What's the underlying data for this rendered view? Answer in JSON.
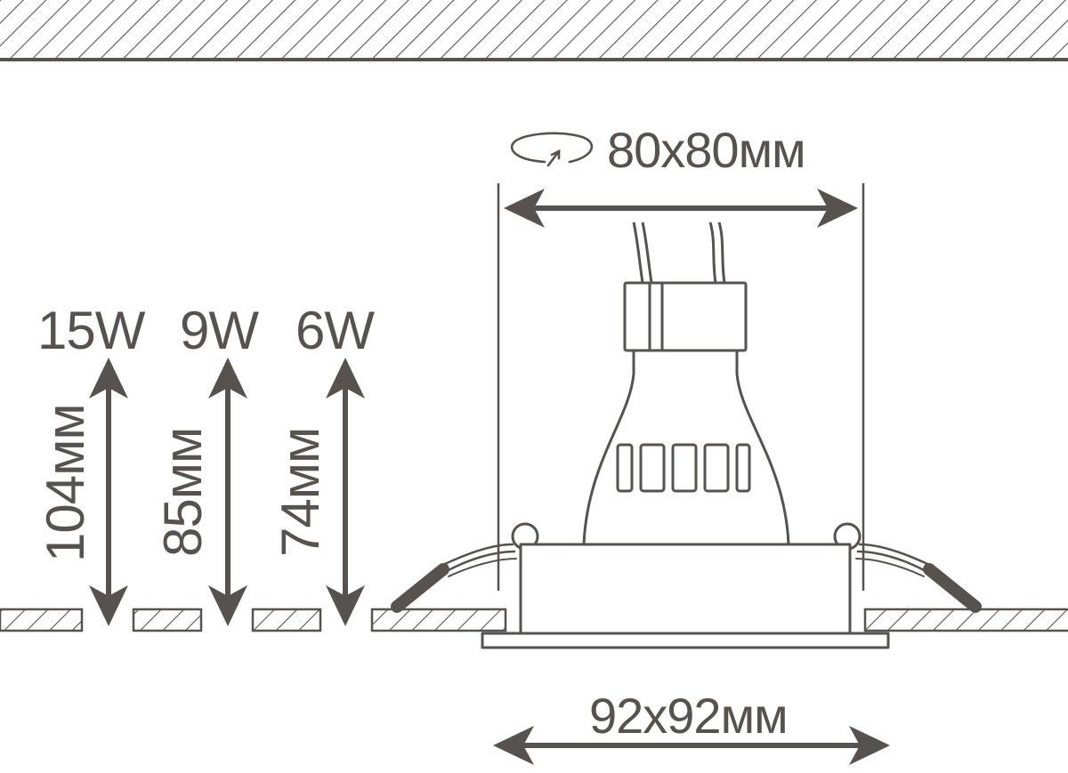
{
  "colors": {
    "stroke": "#55524f",
    "background": "#ffffff"
  },
  "labels": {
    "cutout": "80x80мм",
    "overall": "92x92мм",
    "power_15w": "15W",
    "power_9w": "9W",
    "power_6w": "6W",
    "height_15w": "104мм",
    "height_9w": "85мм",
    "height_6w": "74мм"
  },
  "icons": {
    "rotation": "rotation-arrow-icon"
  }
}
